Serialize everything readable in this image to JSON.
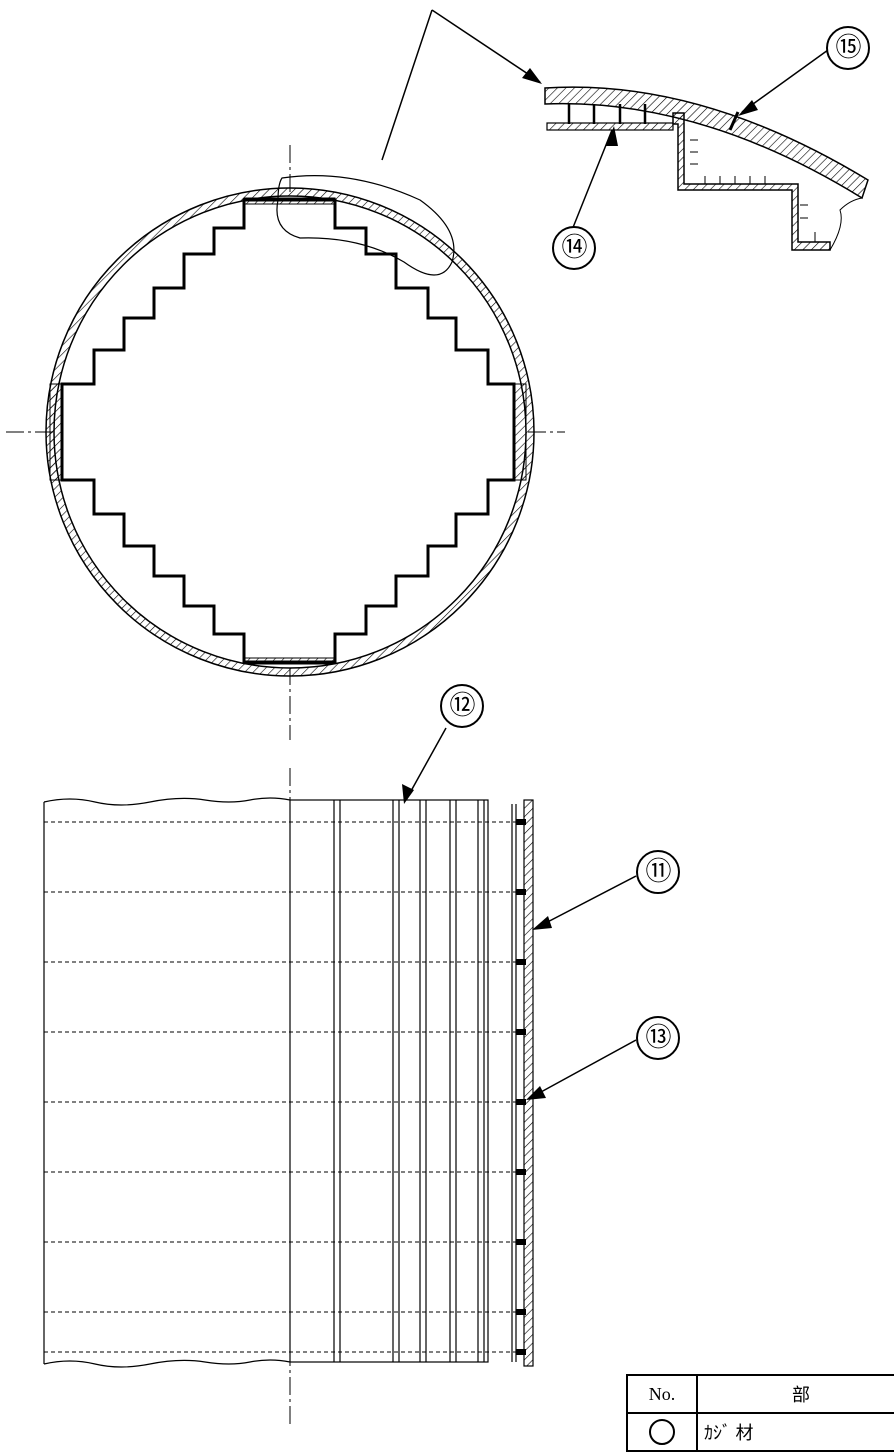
{
  "callouts": [
    {
      "id": "c11",
      "label": "⑪"
    },
    {
      "id": "c12",
      "label": "⑫"
    },
    {
      "id": "c13",
      "label": "⑬"
    },
    {
      "id": "c14",
      "label": "⑭"
    },
    {
      "id": "c15",
      "label": "⑮"
    }
  ],
  "parts_table": {
    "header_no": "No.",
    "header_name": "部",
    "first_row_name": "ｶｼﾞ 材"
  }
}
